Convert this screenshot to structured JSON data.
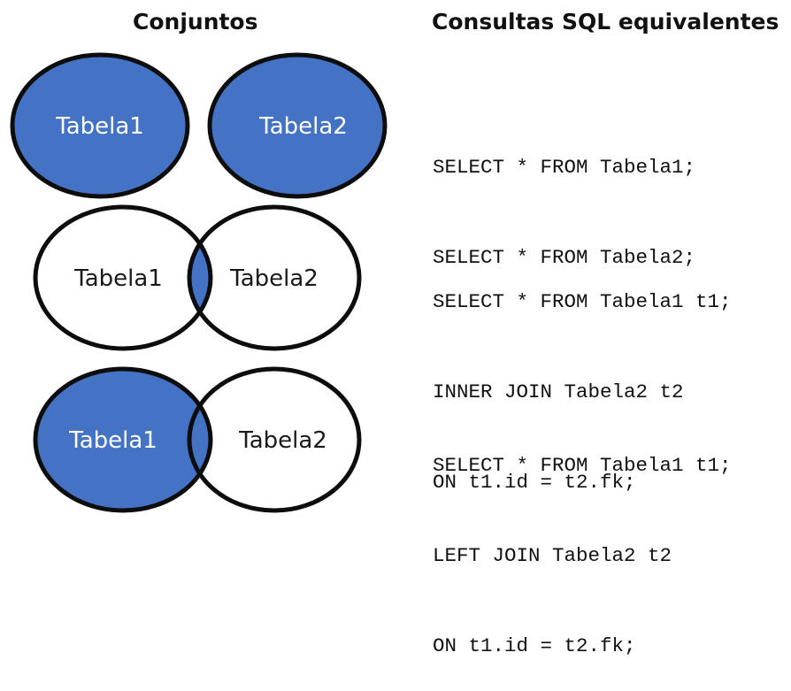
{
  "headers": {
    "sets": "Conjuntos",
    "queries": "Consultas SQL equivalentes"
  },
  "colors": {
    "fill": "#4472c4",
    "stroke": "#0d0d0d",
    "label_on_fill": "#ffffff",
    "label_on_white": "#1a1a1a"
  },
  "rows": [
    {
      "type": "separate",
      "left_label": "Tabela1",
      "right_label": "Tabela2",
      "left_filled": true,
      "right_filled": true,
      "intersection_filled": false,
      "sql": [
        "SELECT * FROM Tabela1;",
        "SELECT * FROM Tabela2;"
      ]
    },
    {
      "type": "inner-join",
      "left_label": "Tabela1",
      "right_label": "Tabela2",
      "left_filled": false,
      "right_filled": false,
      "intersection_filled": true,
      "sql": [
        "SELECT * FROM Tabela1 t1;",
        "INNER JOIN Tabela2 t2",
        "ON t1.id = t2.fk;"
      ]
    },
    {
      "type": "left-join",
      "left_label": "Tabela1",
      "right_label": "Tabela2",
      "left_filled": true,
      "right_filled": false,
      "intersection_filled": true,
      "sql": [
        "SELECT * FROM Tabela1 t1;",
        "LEFT JOIN Tabela2 t2",
        "ON t1.id = t2.fk;"
      ]
    }
  ]
}
